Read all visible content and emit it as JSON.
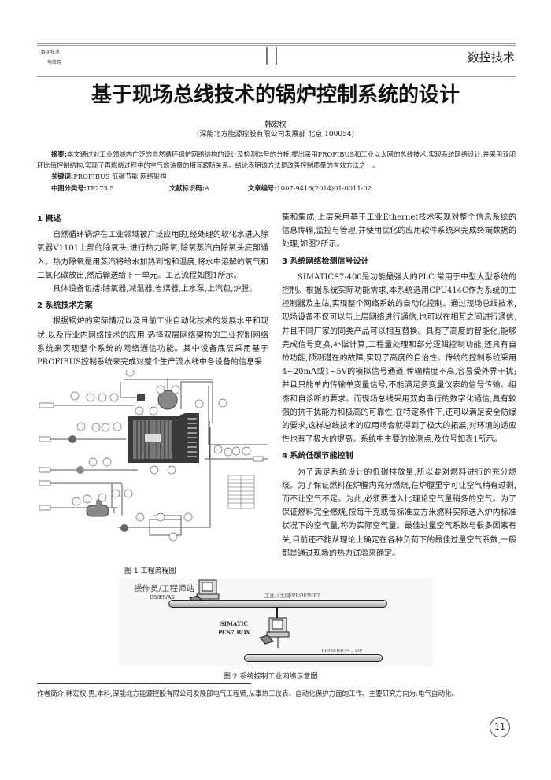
{
  "header": {
    "logo_line1": "数字技术",
    "logo_line2": "与应用",
    "section": "数控技术"
  },
  "title": "基于现场总线技术的锅炉控制系统的设计",
  "author": "韩宏权",
  "affiliation": "(深能北方能源控股有限公司发展部  北京  100054)",
  "abstract": {
    "label": "摘要:",
    "text": "本文通过对工业领域内广泛的自然循环锅炉网络结构的设计及检测信号的分析,提出采用PROFIBUS和工业以太网的总线技术,实现系统网络设计,并采用双闭环比值控制结构,实现了再燃烧过程中的空气燃油量的相互跟随关系。结论表明该方法是改善控制质量的有效方法之一。"
  },
  "keywords": {
    "label": "关键词:",
    "text": "PROFIBUS  低碳节能  网络架构"
  },
  "classification": {
    "label": "中图分类号:",
    "value": "TP273.5"
  },
  "doc_code": {
    "label": "文献标识码:",
    "value": "A"
  },
  "article_no": {
    "label": "文章编号:",
    "value": "1007-9416(2014)01-0011-02"
  },
  "sections": [
    {
      "heading": "1 概述",
      "paragraphs": [
        "自然循环锅炉在工业领域被广泛应用的,经处理的软化水进入除氧器V1101上部的除氧头,进行热力除氧,除氧蒸汽由除氧头底部通入。热力除氧是用蒸汽将给水加热到饱和温度,将水中溶解的氧气和二氧化碳放出,然后输送给下一单元。工艺流程如图1所示。",
        "具体设备包括:除氧器,减温器,省煤器,上水泵,上汽包,炉膛。"
      ]
    },
    {
      "heading": "2 系统技术方案",
      "paragraphs": [
        "根据锅炉的实际情况以及目前工业自动化技术的发展水平和现状,以及行业内网络技术的应用,选择双层网络架构的工业控制网络系统来实现整个系统的网络通信功能。其中设备底层采用基于PROFIBUS控制系统来完成对整个生产流水线中各设备的信息采",
        "集和集成;上层采用基于工业Ethernet技术实现对整个信息系统的信息传输,监控与管理,并使用优化的应用软件系统来完成终端数据的处理,如图2所示。"
      ]
    },
    {
      "heading": "3 系统网络检测信号设计",
      "paragraphs": [
        "SIMATICS7-400是功能最强大的PLC,常用于中型大型系统的控制。根据系统实际功能需求,本系统选用CPU414C作为系统的主控制器及主站,实现整个网络系统的自动化控制。通过现场总线技术,现场设备不仅可以与上层网络进行通信,也可以在相互之间进行通信,并且不同厂家的同类产品可以相互替换。具有了高度的智能化,能够完成信号变换,补偿计算,工程量处理和部分逻辑控制功能,还具有自检功能,预测潜在的故障,实现了高度的自治性。传统的控制系统采用4~20mA或1~5V的模拟信号通道,传输精度不高,容易受外界干扰;并且只能单向传输单变量信号,不能满足多变量仪表的信号传输、组态和自诊断的要求。而现场总线采用双向串行的数字化通信,具有较强的抗干扰能力和极高的可靠性,在特定条件下,还可以满足安全防爆的要求,这样总线技术的应用场合就得到了极大的拓展,对环境的适应性也有了极大的提高。系统中主要的检测点,及位号如表1所示。"
      ]
    },
    {
      "heading": "4 系统低碳节能控制",
      "paragraphs": [
        "为了满足系统设计的低碳排放量,所以要对燃料进行的充分燃烧。为了保证燃料在炉膛内充分燃烧,在炉膛里宁可让空气稍有过剩,而不让空气不足。为此,必须要送入比理论空气量稍多的空气。为了保证燃料完全燃烧,按每千克或每标准立方米燃料实际送入炉内标准状况下的空气量,称为实际空气量。最佳过量空气系数与很多因素有关,目前还不能从理论上确定在各种负荷下的最佳过量空气系数,一般都是通过现场的热力试验来确定。"
      ]
    }
  ],
  "figure1": {
    "caption": "图 1  工程流程图"
  },
  "figure2": {
    "caption": "图 2  系统控制工业网络示意图",
    "station_label": "操作员/工程师站",
    "station_sub": "OS/ES/AS",
    "ethernet_label": "工业以太网/PROFINET",
    "box_label1": "SIMATIC",
    "box_label2": "PCS7 BOX",
    "profibus_label": "PROFIBUS - DP"
  },
  "footnote": "作者简介:韩宏权,男,本科,深能北方能源控股有限公司发展部电气工程师,从事热工仪表、自动化保护方面的工作。主要研究方向为:电气自动化。",
  "page_number": "11"
}
